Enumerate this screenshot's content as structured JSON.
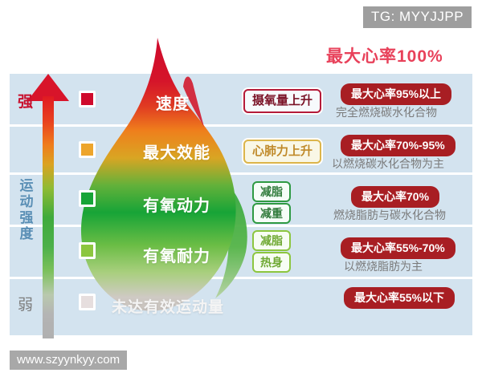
{
  "top_watermark": "TG: MYYJJPP",
  "bottom_watermark": "www.szyynkyy.com",
  "title": "最大心率100%",
  "axis": {
    "strong": "强",
    "weak": "弱",
    "vertical": "运动强度"
  },
  "colors": {
    "panel_bg": "#d3e3ef",
    "title": "#e8415a",
    "badge_red": "#a81e23",
    "tag_red_border": "#b51a38",
    "tag_amber_border": "#dcb54a",
    "tag_green_border": "#2e9a43",
    "tag_green_light_border": "#8cc63f",
    "arrow_head": "#d8142a",
    "axis_label": "#5a8fb5"
  },
  "zones": [
    {
      "name": "速度",
      "swatch_color": "#cf0a2c",
      "swatch_filled": true,
      "tags": [
        {
          "label": "摄氧量上升",
          "style": "red"
        }
      ],
      "hr_badge": "最大心率95%以上",
      "hr_desc": "完全燃烧碳水化合物"
    },
    {
      "name": "最大效能",
      "swatch_color": "#eda52c",
      "swatch_filled": true,
      "tags": [
        {
          "label": "心肺力上升",
          "style": "amber"
        }
      ],
      "hr_badge": "最大心率70%-95%",
      "hr_desc": "以燃烧碳水化合物为主"
    },
    {
      "name": "有氧动力",
      "swatch_color": "#17a437",
      "swatch_filled": true,
      "tags": [
        {
          "label": "减脂",
          "style": "green"
        },
        {
          "label": "减重",
          "style": "green"
        }
      ],
      "hr_badge": "最大心率70%",
      "hr_desc": "燃烧脂肪与碳水化合物"
    },
    {
      "name": "有氧耐力",
      "swatch_color": "#8cc63f",
      "swatch_filled": false,
      "tags": [
        {
          "label": "减脂",
          "style": "green-light"
        },
        {
          "label": "热身",
          "style": "green-light"
        }
      ],
      "hr_badge": "最大心率55%-70%",
      "hr_desc": "以燃烧脂肪为主"
    },
    {
      "name": "未达有效运动量",
      "swatch_color": "#e6dede",
      "swatch_filled": false,
      "tags": [],
      "hr_badge": "最大心率55%以下",
      "hr_desc": ""
    }
  ]
}
